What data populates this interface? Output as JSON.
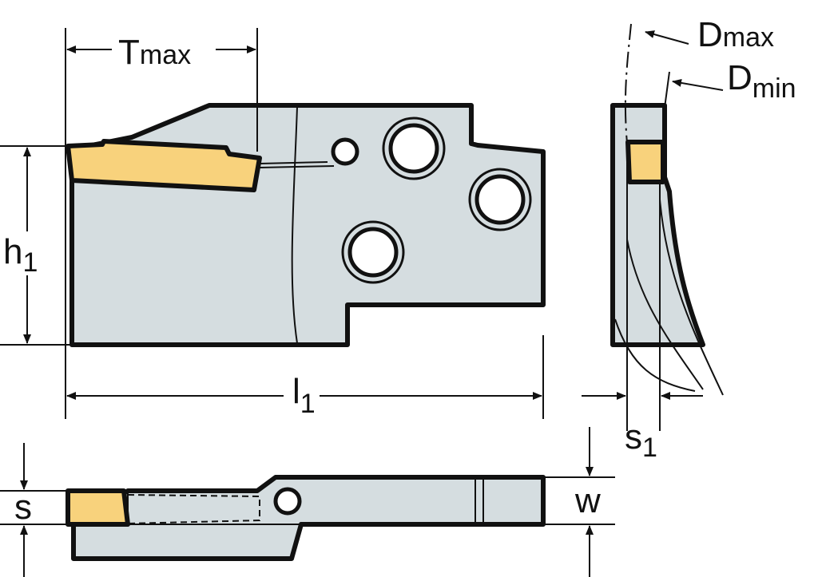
{
  "labels": {
    "tmax": {
      "main": "T",
      "sub": "max"
    },
    "h1": {
      "main": "h",
      "sub": "1"
    },
    "l1": {
      "main": "l",
      "sub": "1"
    },
    "dmax": {
      "main": "D",
      "sub": "max"
    },
    "dmin": {
      "main": "D",
      "sub": "min"
    },
    "s1": {
      "main": "s",
      "sub": "1"
    },
    "s": {
      "main": "s"
    },
    "w": {
      "main": "w"
    }
  },
  "colors": {
    "body": "#d5dde0",
    "insert": "#f8d27c",
    "outline": "#111111"
  }
}
